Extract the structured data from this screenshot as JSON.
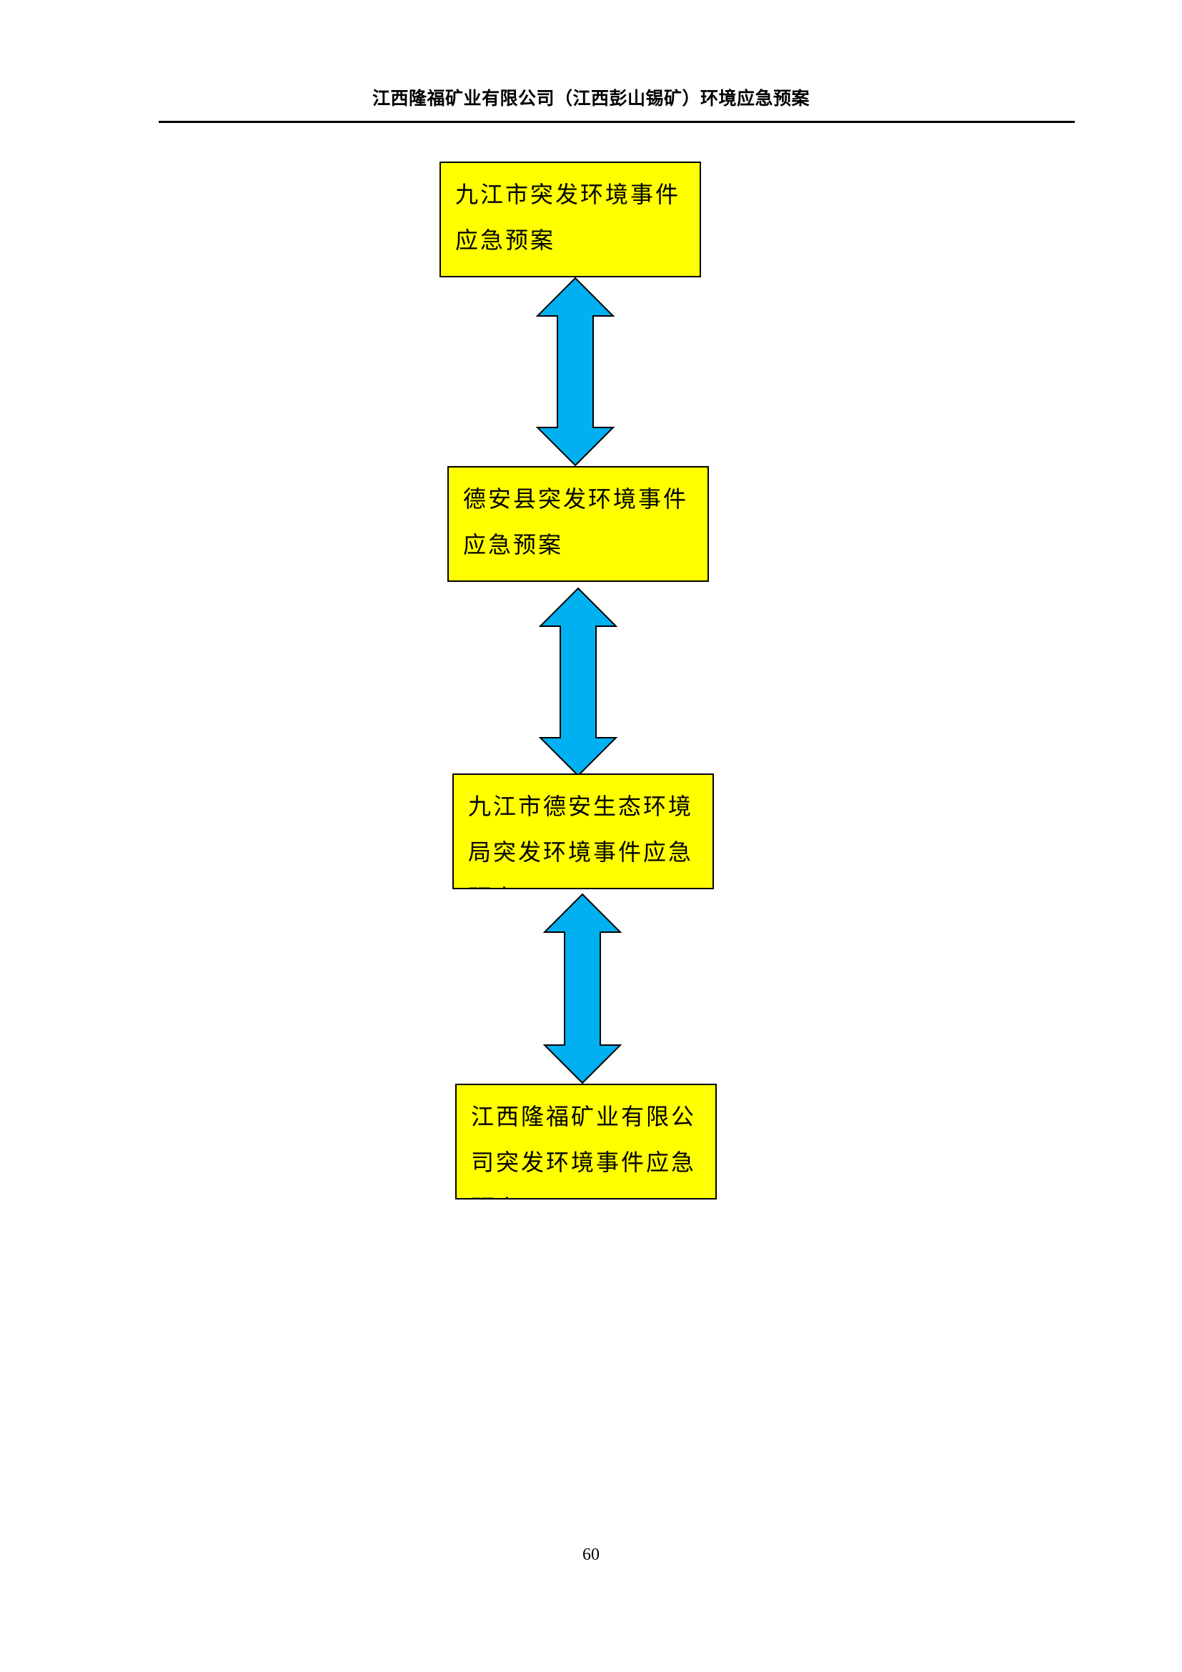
{
  "header": {
    "title": "江西隆福矿业有限公司（江西彭山锡矿）环境应急预案"
  },
  "diagram": {
    "box_fill": "#ffff00",
    "arrow_fill": "#00b0f0",
    "nodes": [
      {
        "id": "jiujiang-city-plan",
        "label": "九江市突发环境事件应急预案"
      },
      {
        "id": "dean-county-plan",
        "label": "德安县突发环境事件应急预案"
      },
      {
        "id": "dean-eco-bureau-plan",
        "label": "九江市德安生态环境局突发环境事件应急预案"
      },
      {
        "id": "longfu-mining-plan",
        "label": "江西隆福矿业有限公司突发环境事件应急预案"
      }
    ],
    "edges": [
      {
        "from": "jiujiang-city-plan",
        "to": "dean-county-plan",
        "direction": "bidirectional"
      },
      {
        "from": "dean-county-plan",
        "to": "dean-eco-bureau-plan",
        "direction": "bidirectional"
      },
      {
        "from": "dean-eco-bureau-plan",
        "to": "longfu-mining-plan",
        "direction": "bidirectional"
      }
    ]
  },
  "footer": {
    "page_number": "60"
  }
}
